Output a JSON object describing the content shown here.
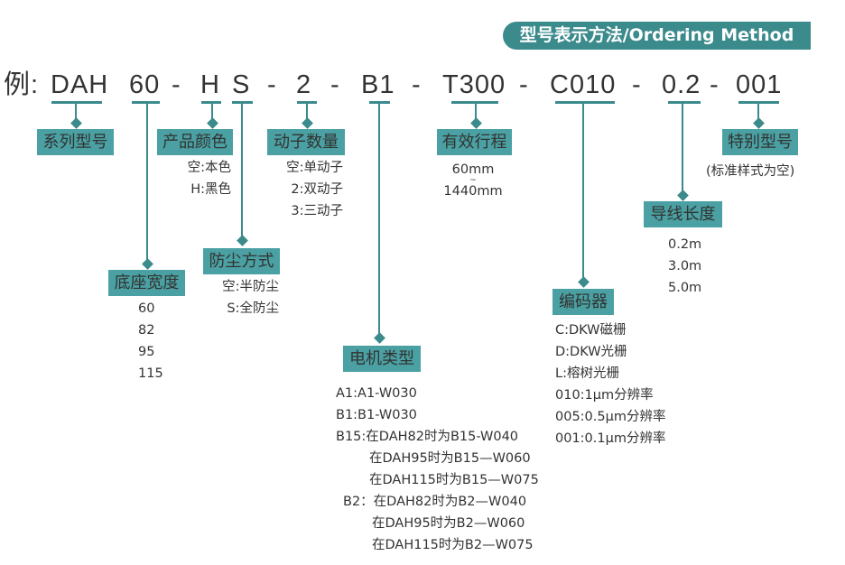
{
  "header": {
    "title": "型号表示方法/Ordering Method"
  },
  "example": {
    "prefix": "例:",
    "codes": [
      "DAH",
      "60",
      "H",
      "S",
      "2",
      "B1",
      "T300",
      "C010",
      "0.2",
      "001"
    ],
    "separator": "-"
  },
  "fields": {
    "series": {
      "label": "系列型号"
    },
    "base_width": {
      "label": "底座宽度",
      "options": [
        "60",
        "82",
        "95",
        "115"
      ]
    },
    "color": {
      "label": "产品颜色",
      "options": [
        "空:本色",
        "H:黑色"
      ]
    },
    "dust": {
      "label": "防尘方式",
      "options": [
        "空:半防尘",
        "S:全防尘"
      ]
    },
    "movers": {
      "label": "动子数量",
      "options": [
        "空:单动子",
        "2:双动子",
        "3:三动子"
      ]
    },
    "motor": {
      "label": "电机类型",
      "options": [
        "A1:A1-W030",
        "B1:B1-W030",
        "B15:在DAH82时为B15-W040",
        "在DAH95时为B15—W060",
        "在DAH115时为B15—W075",
        "B2：在DAH82时为B2—W040",
        "在DAH95时为B2—W060",
        "在DAH115时为B2—W075"
      ]
    },
    "stroke": {
      "label": "有效行程",
      "options": [
        "60mm",
        "~",
        "1440mm"
      ]
    },
    "encoder": {
      "label": "编码器",
      "options": [
        "C:DKW磁栅",
        "D:DKW光栅",
        "L:榕树光栅",
        "010:1μm分辨率",
        "005:0.5μm分辨率",
        "001:0.1μm分辨率"
      ]
    },
    "cable": {
      "label": "导线长度",
      "options": [
        "0.2m",
        "3.0m",
        "5.0m"
      ]
    },
    "special": {
      "label": "特别型号",
      "options": [
        "(标准样式为空)"
      ]
    }
  },
  "colors": {
    "accent": "#3b8a8c",
    "box": "#4aa0a2"
  }
}
